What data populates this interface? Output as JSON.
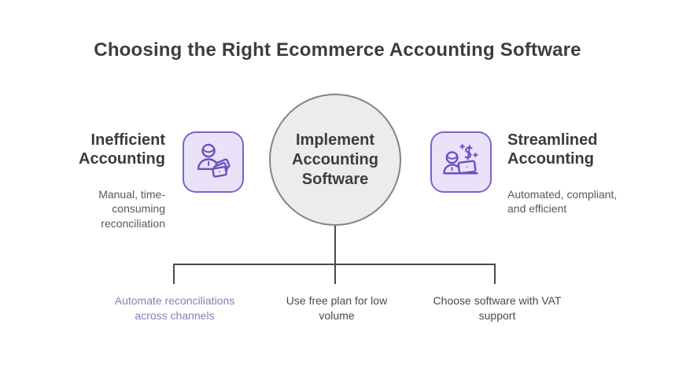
{
  "title": "Choosing the Right Ecommerce Accounting Software",
  "colors": {
    "accent_purple": "#7e62cc",
    "icon_background": "#e9e2f9",
    "icon_stroke": "#6a4fc2",
    "circle_fill": "#ececec",
    "circle_border": "#848484",
    "heading_text": "#3b3b3b",
    "body_text": "#595959",
    "connector_line": "#4a4a4a",
    "highlight_branch_text": "#8b7cbb"
  },
  "left_node": {
    "heading": "Inefficient Accounting",
    "subtitle": "Manual, time-consuming reconciliation",
    "icon": "person-with-receipts-icon"
  },
  "center_node": {
    "label": "Implement Accounting Software"
  },
  "right_node": {
    "heading": "Streamlined Accounting",
    "subtitle": "Automated, compliant, and efficient",
    "icon": "person-laptop-dollar-icon"
  },
  "branches": [
    {
      "label": "Automate reconciliations across channels",
      "highlighted": true
    },
    {
      "label": "Use free plan for low volume",
      "highlighted": false
    },
    {
      "label": "Choose software with VAT support",
      "highlighted": false
    }
  ]
}
